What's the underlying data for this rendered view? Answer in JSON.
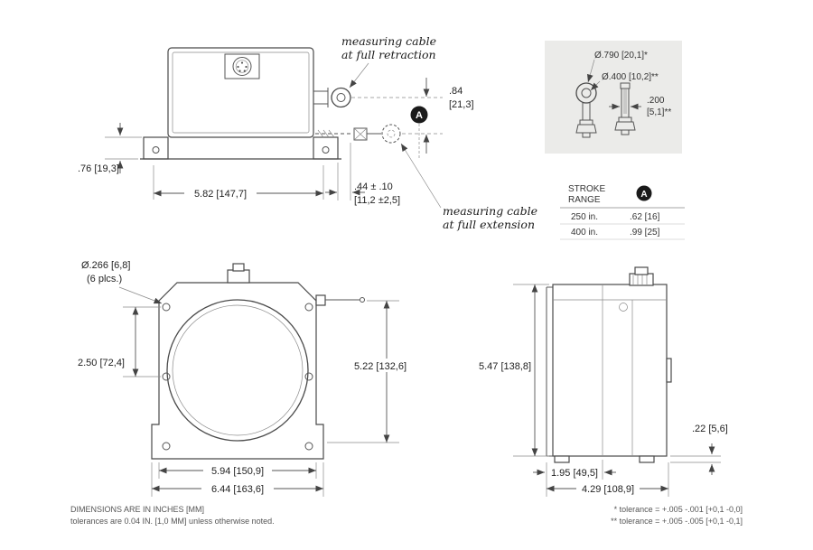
{
  "colors": {
    "line": "#555555",
    "text": "#222222",
    "detail_bg": "#ebebe9",
    "marker": "#1a1a1a"
  },
  "side_view": {
    "note_retraction_line1": "measuring cable",
    "note_retraction_line2": "at full retraction",
    "note_extension_line1": "measuring cable",
    "note_extension_line2": "at full extension",
    "dim_cable_offset_in": ".84",
    "dim_cable_offset_mm": "[21,3]",
    "dim_flange_height": ".76 [19,3]",
    "dim_body_width": "5.82 [147,7]",
    "dim_extension_in": ".44 ± .10",
    "dim_extension_mm": "[11,2 ±2,5]",
    "marker_a": "A"
  },
  "detail_view": {
    "dim_eyelet_outer": "Ø.790 [20,1]*",
    "dim_eyelet_inner": "Ø.400 [10,2]**",
    "dim_clip_in": ".200",
    "dim_clip_mm": "[5,1]**"
  },
  "stroke_table": {
    "header_line1": "STROKE",
    "header_line2": "RANGE",
    "marker_a": "A",
    "rows": [
      {
        "range": "250 in.",
        "a_value": ".62 [16]"
      },
      {
        "range": "400 in.",
        "a_value": ".99 [25]"
      }
    ]
  },
  "front_view": {
    "dim_holes_line1": "Ø.266 [6,8]",
    "dim_holes_line2": "(6 plcs.)",
    "dim_hole_spacing": "2.50 [72,4]",
    "dim_height": "5.22 [132,6]",
    "dim_width_inner": "5.94 [150,9]",
    "dim_width_outer": "6.44 [163,6]"
  },
  "right_view": {
    "dim_height": "5.47 [138,8]",
    "dim_foot": ".22 [5,6]",
    "dim_depth_front": "1.95 [49,5]",
    "dim_depth_overall": "4.29 [108,9]"
  },
  "footer": {
    "left_line1": "DIMENSIONS ARE IN INCHES [MM]",
    "left_line2": "tolerances are 0.04 IN. [1,0 MM] unless otherwise noted.",
    "right_line1": "* tolerance = +.005 -.001 [+0,1 -0,0]",
    "right_line2": "** tolerance = +.005 -.005 [+0,1 -0,1]"
  }
}
